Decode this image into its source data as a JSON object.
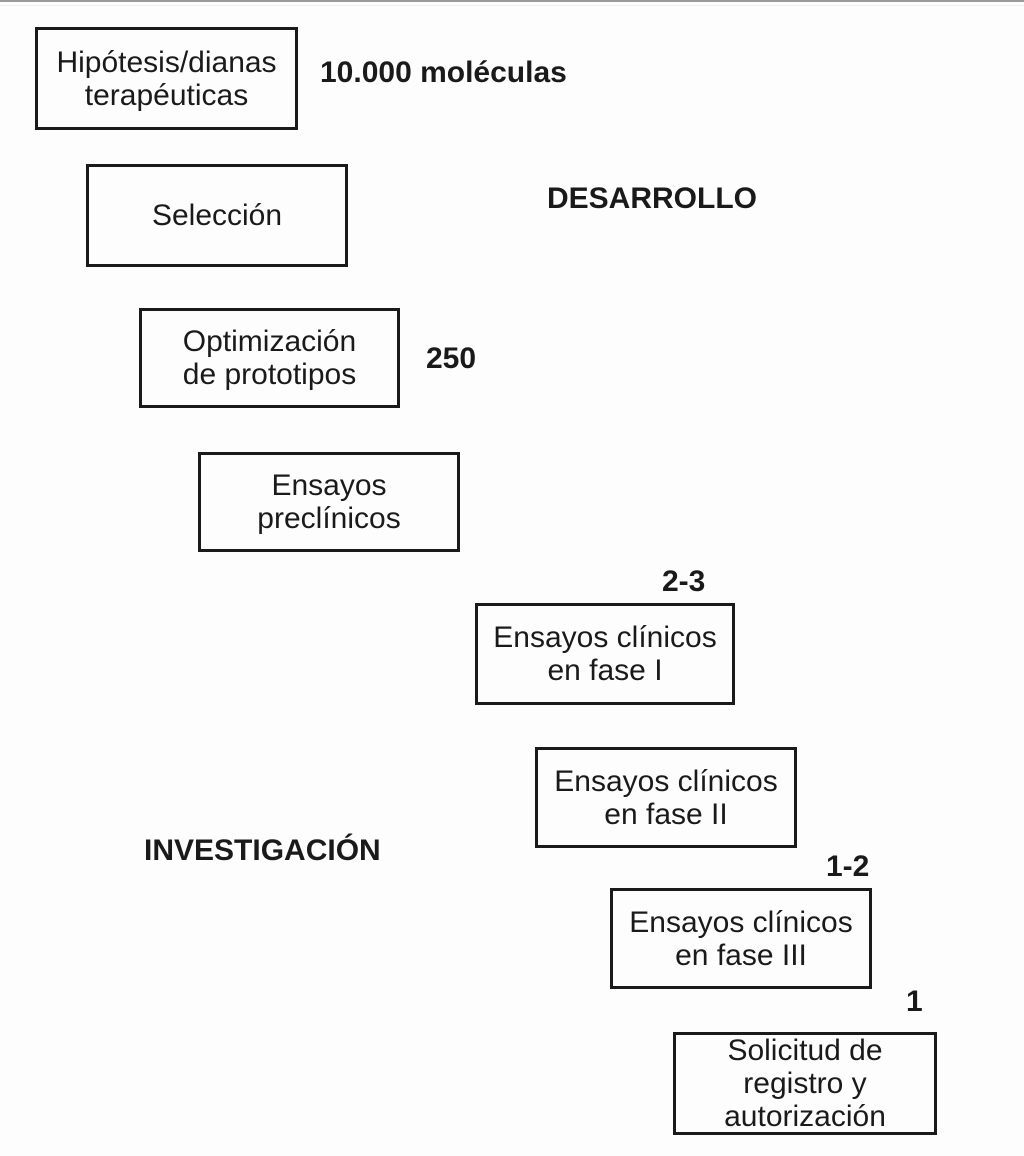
{
  "diagram": {
    "stages": [
      {
        "label": "Hipótesis/dianas\nterapéuticas"
      },
      {
        "label": "Selección"
      },
      {
        "label": "Optimización\nde prototipos"
      },
      {
        "label": "Ensayos\npreclínicos"
      },
      {
        "label": "Ensayos clínicos\nen fase I"
      },
      {
        "label": "Ensayos clínicos\nen fase II"
      },
      {
        "label": "Ensayos clínicos\nen fase III"
      },
      {
        "label": "Solicitud de\nregistro y\nautorización"
      }
    ],
    "counts": [
      {
        "value": "10.000 moléculas"
      },
      {
        "value": "250"
      },
      {
        "value": "2-3"
      },
      {
        "value": "1-2"
      },
      {
        "value": "1"
      }
    ],
    "sections": [
      {
        "label": "DESARROLLO"
      },
      {
        "label": "INVESTIGACIÓN"
      }
    ],
    "colors": {
      "box_border": "#1a1a1a",
      "text": "#1a1a1a",
      "background": "#fdfdfd",
      "top_rule": "#9b9b9b"
    }
  }
}
